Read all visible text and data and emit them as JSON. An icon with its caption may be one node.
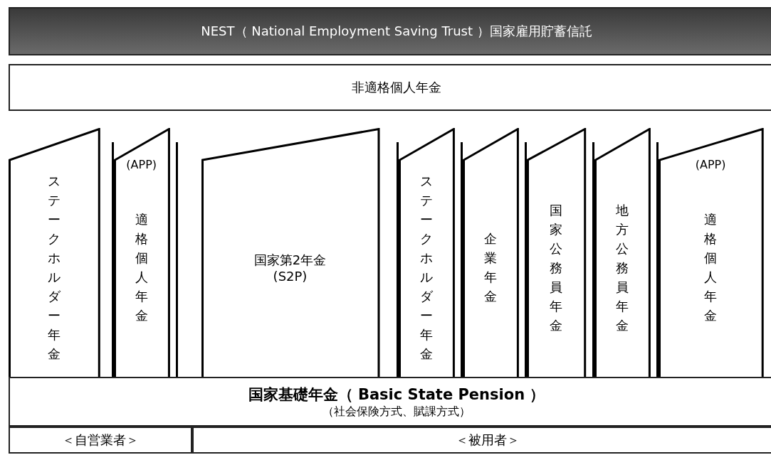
{
  "diagram": {
    "nodes": [
      {
        "text": [
          "NEST（ National Employment Saving Trust ）国家雇用貯蓄信託"
        ]
      },
      {
        "text": [
          "非適格個人年金"
        ]
      },
      {
        "text": [
          "ステークホルダー年金"
        ]
      },
      {
        "text": [
          "(APP)",
          "適格個人年金"
        ]
      },
      {
        "text": [
          "国家第2年金 (S2P)"
        ]
      },
      {
        "text": [
          "ステークホルダー年金"
        ]
      },
      {
        "text": [
          "企業年金"
        ]
      },
      {
        "text": [
          "国家公務員年金"
        ]
      },
      {
        "text": [
          "地方公務員年金"
        ]
      },
      {
        "text": [
          "(APP)",
          "適格個人年金"
        ]
      },
      {
        "text": [
          "国家基礎年金（ Basic State Pension ）",
          "（社会保険方式、賦課方式）"
        ]
      },
      {
        "text": [
          "＜自営業者＞"
        ]
      },
      {
        "text": [
          "＜被用者＞"
        ]
      }
    ]
  }
}
